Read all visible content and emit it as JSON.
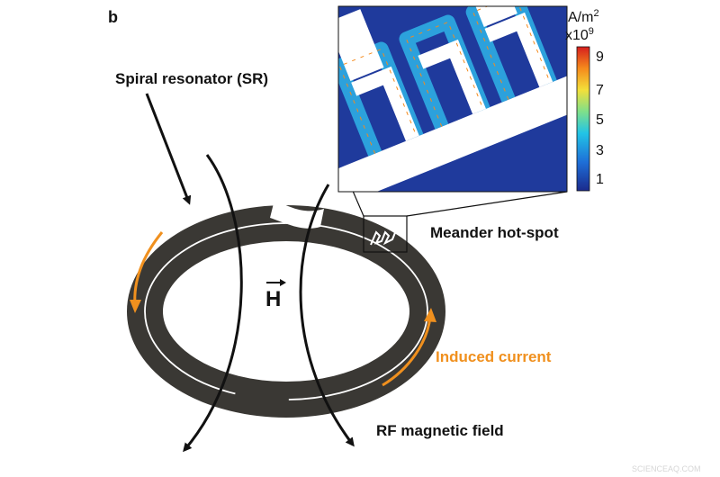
{
  "panel_letter": "b",
  "labels": {
    "spiral_resonator": "Spiral resonator (SR)",
    "meander_hotspot": "Meander hot-spot",
    "induced_current": "Induced current",
    "rf_field": "RF magnetic field",
    "h_symbol": "H"
  },
  "colorbar": {
    "unit_line1": "A/m",
    "unit_line1_sup": "2",
    "unit_line2": "x10",
    "unit_line2_sup": "9",
    "ticks": [
      "9",
      "7",
      "5",
      "3",
      "1"
    ]
  },
  "watermark": "SCIENCEAQ.COM",
  "colors": {
    "ring": "#3a3834",
    "arrow_current": "#f0901e",
    "inset_bg": "#1f3a9c",
    "inset_glow": "#2fb4e8",
    "text": "#111111",
    "current_label": "#f0901e"
  }
}
